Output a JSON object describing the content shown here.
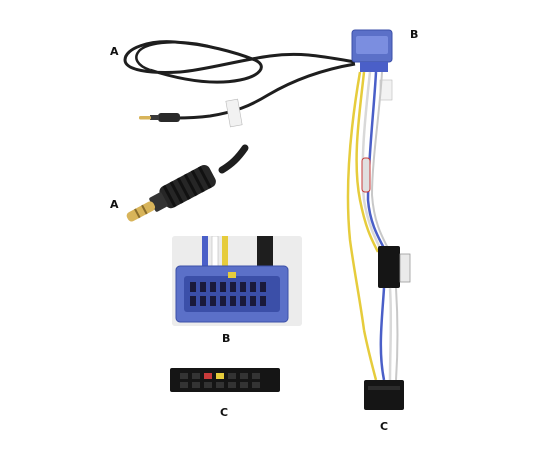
{
  "labels": {
    "a_top": "A",
    "a_bottom": "A",
    "b_top": "B",
    "b_photo": "B",
    "c_bottom": "C",
    "c_photo": "C"
  },
  "colors": {
    "background": "#ffffff",
    "cable": "#1e1e1e",
    "connector_blue": "#5b70c8",
    "connector_black": "#151515",
    "jack_gold": "#d8b45a",
    "wire_yellow": "#e6cc3c",
    "wire_white": "#d9d9d9",
    "wire_blue": "#4a5fc8",
    "wire_red": "#c83a3a"
  }
}
